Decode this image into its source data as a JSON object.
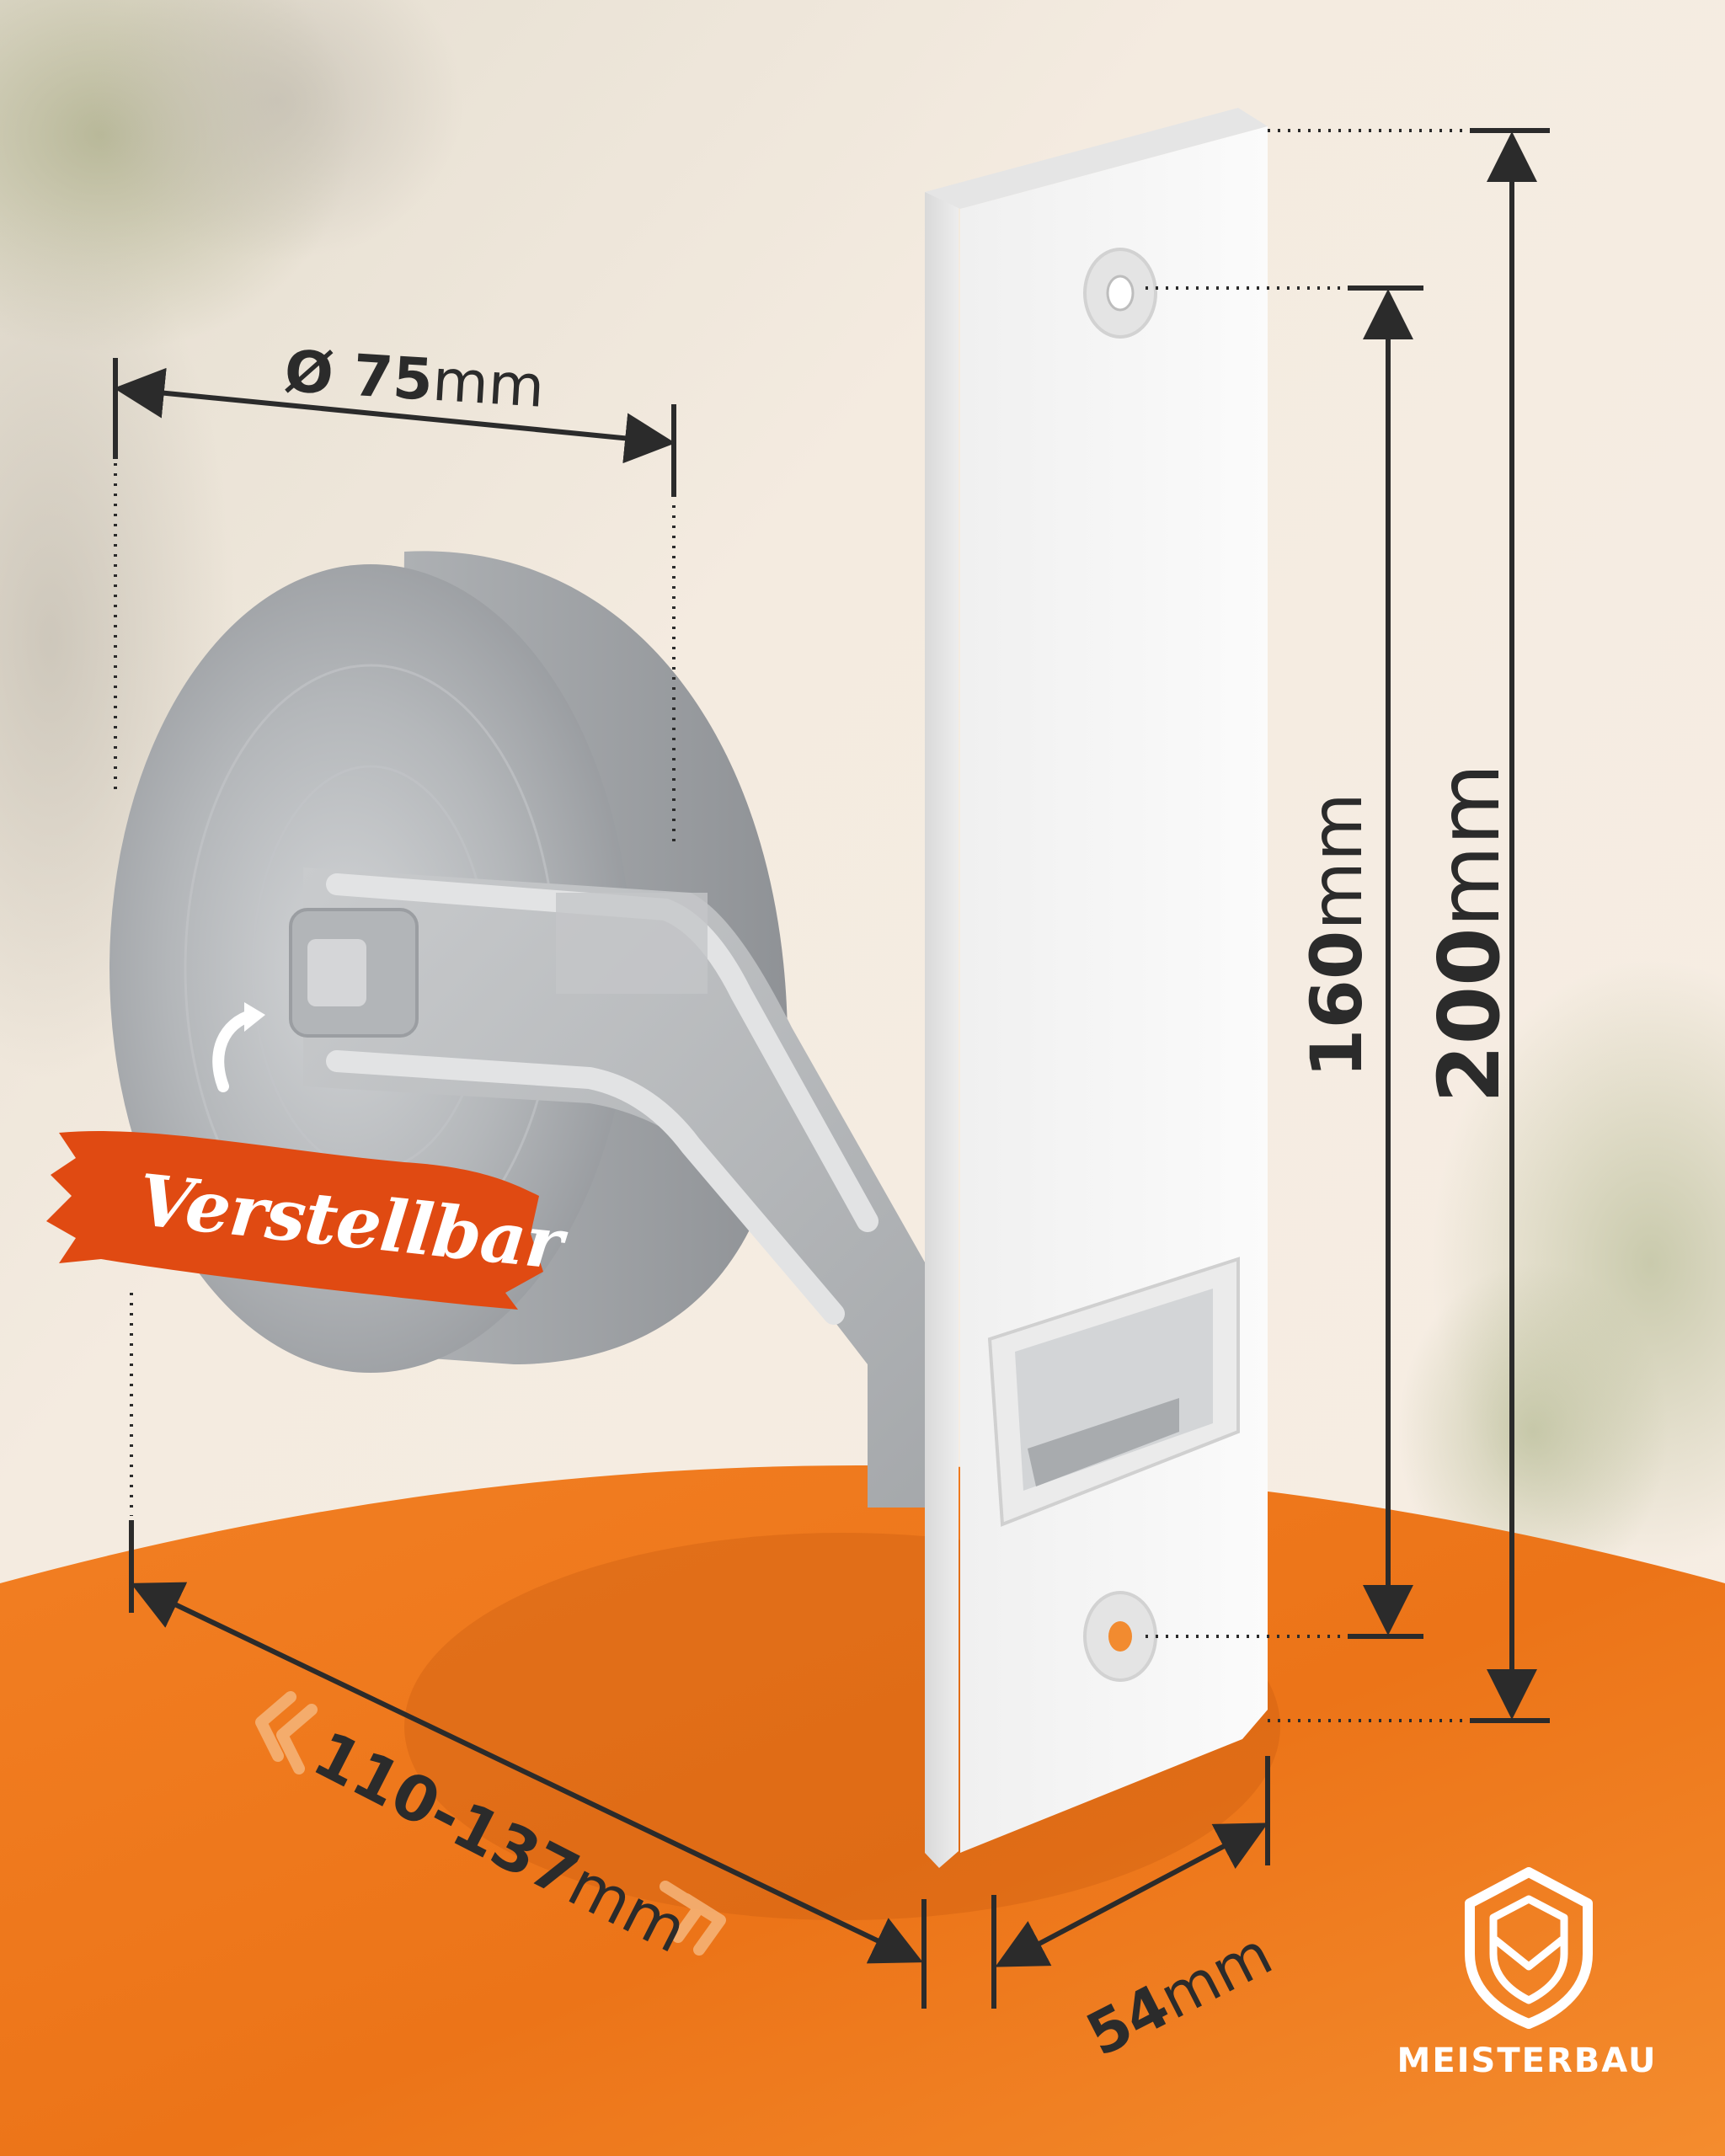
{
  "product": {
    "badge": "Verstellbar",
    "brand": "MEISTERBAU"
  },
  "dimensions": {
    "diameter": {
      "value": "Ø 75",
      "unit": "mm"
    },
    "hole_distance": {
      "value": "160",
      "unit": "mm"
    },
    "plate_height": {
      "value": "200",
      "unit": "mm"
    },
    "depth_range": {
      "value": "110-137",
      "unit": "mm"
    },
    "plate_width": {
      "value": "54",
      "unit": "mm"
    }
  },
  "colors": {
    "accent_orange": "#f07a1e",
    "badge_red": "#e04a12",
    "dimension_lines": "#2b2b2b",
    "plate_white": "#f4f4f4",
    "metal_grey": "#b9bcbf"
  }
}
